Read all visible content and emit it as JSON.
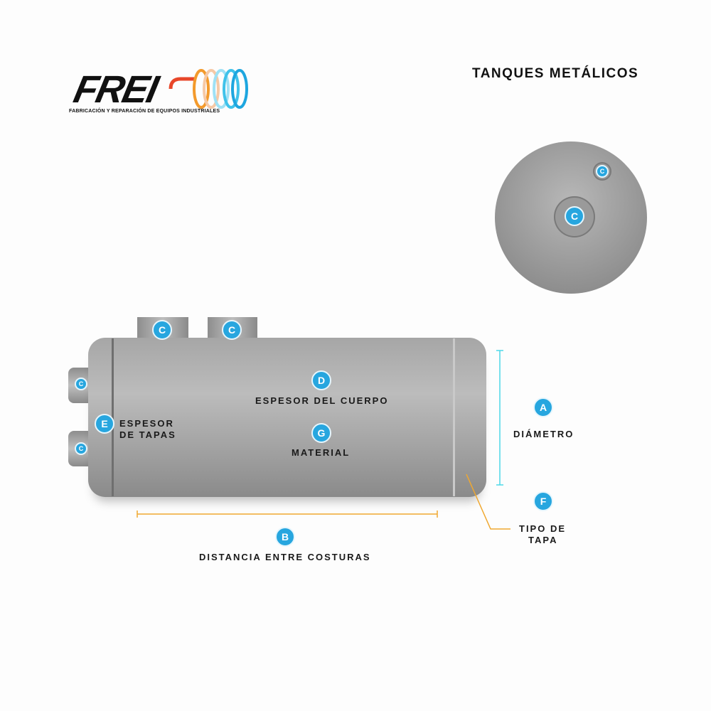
{
  "brand": {
    "logo_text": "FREI",
    "tagline": "FABRICACIÓN Y REPARACIÓN DE EQUIPOS INDUSTRIALES"
  },
  "title": "TANQUES METÁLICOS",
  "badges": {
    "a": "A",
    "b": "B",
    "c": "C",
    "d": "D",
    "e": "E",
    "f": "F",
    "g": "G"
  },
  "labels": {
    "diametro": "DIÁMETRO",
    "distancia": "DISTANCIA ENTRE COSTURAS",
    "espesor_cuerpo": "ESPESOR DEL CUERPO",
    "espesor_tapas_1": "ESPESOR",
    "espesor_tapas_2": "DE TAPAS",
    "material": "MATERIAL",
    "tipo_tapa_1": "TIPO DE",
    "tipo_tapa_2": "TAPA"
  },
  "colors": {
    "badge": "#27a6df",
    "dimension_yellow": "#f0a830",
    "dimension_cyan": "#4dd8e8",
    "steel": "#a8a8a8"
  }
}
